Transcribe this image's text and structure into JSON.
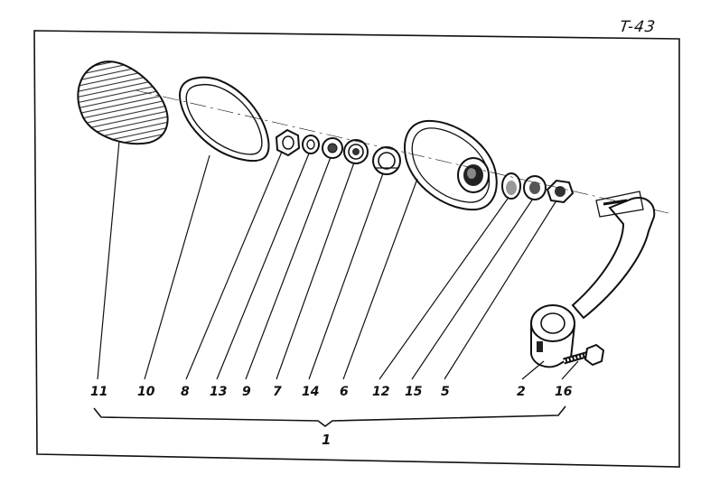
{
  "page_code": "T-43",
  "assembly_number": "1",
  "part_labels": [
    "11",
    "10",
    "8",
    "13",
    "9",
    "7",
    "14",
    "6",
    "12",
    "15",
    "5",
    "2",
    "16"
  ]
}
